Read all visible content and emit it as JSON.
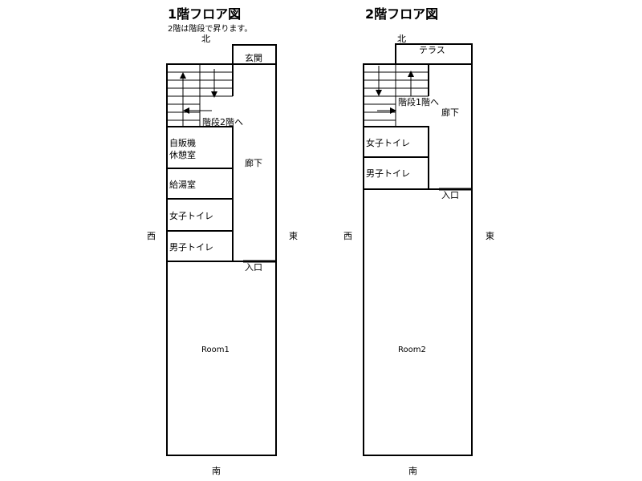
{
  "floor1": {
    "title": "1階フロア図",
    "note": "2階は階段で昇ります。",
    "north": "北",
    "south": "南",
    "west": "西",
    "east": "東",
    "entrance_hall": "玄関",
    "stairs": "階段2階へ",
    "vending_line1": "自販機",
    "vending_line2": "休憩室",
    "kitchen": "給湯室",
    "womens_toilet": "女子トイレ",
    "mens_toilet": "男子トイレ",
    "corridor": "廊下",
    "entrance": "入口",
    "room": "Room1"
  },
  "floor2": {
    "title": "2階フロア図",
    "north": "北",
    "south": "南",
    "west": "西",
    "east": "東",
    "terrace": "テラス",
    "stairs": "階段1階へ",
    "corridor": "廊下",
    "womens_toilet": "女子トイレ",
    "mens_toilet": "男子トイレ",
    "entrance": "入口",
    "room": "Room2"
  }
}
